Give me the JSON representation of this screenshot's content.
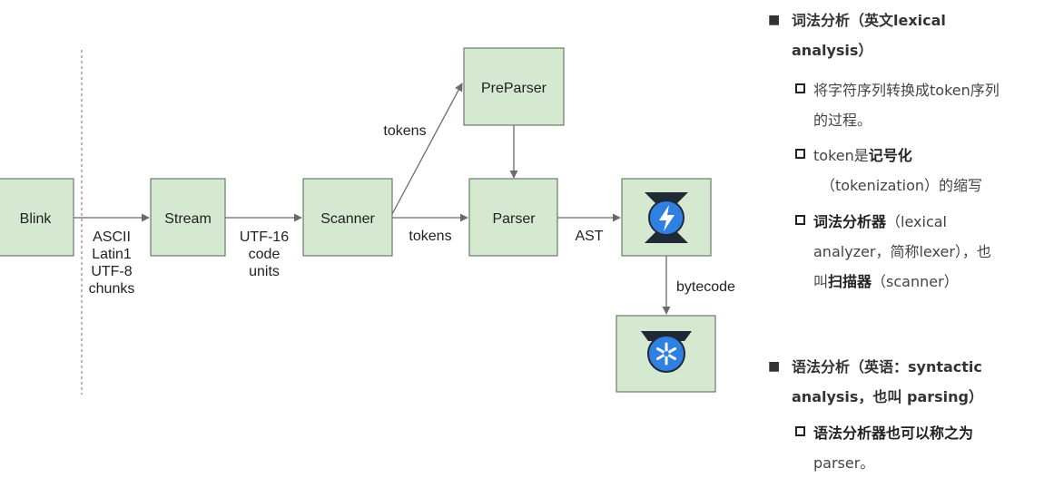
{
  "diagram": {
    "nodes": {
      "blink": "Blink",
      "stream": "Stream",
      "scanner": "Scanner",
      "preparser": "PreParser",
      "parser": "Parser"
    },
    "edge_labels": {
      "input": [
        "ASCII",
        "Latin1",
        "UTF-8",
        "chunks"
      ],
      "utf16": [
        "UTF-16",
        "code",
        "units"
      ],
      "tokens_upper": "tokens",
      "tokens_lower": "tokens",
      "ast": "AST",
      "bytecode": "bytecode"
    },
    "icons": {
      "interpreter": "ignition-interpreter-icon",
      "compiler": "turbofan-compiler-icon"
    },
    "colors": {
      "box_fill": "#d4e9cf",
      "ignition_blue": "#2f80e0",
      "turbofan_blue": "#2f80e0"
    }
  },
  "notes": {
    "lexical": {
      "heading_line1": "词法分析（英文lexical",
      "heading_line2": "analysis）",
      "item1_line1": "将字符序列转换成token序列",
      "item1_line2": "的过程。",
      "item2_a": "token是",
      "item2_b": "记号化",
      "item2_line2": "（tokenization）的缩写",
      "item3_a": "词法分析器",
      "item3_b": "（lexical",
      "item3_line2": "analyzer，简称lexer），也",
      "item3_line3_a": "叫",
      "item3_line3_b": "扫描器",
      "item3_line3_c": "（scanner）"
    },
    "syntactic": {
      "heading_line1": "语法分析（英语：syntactic",
      "heading_line2": "analysis，也叫 parsing）",
      "item1_line1": "语法分析器也可以称之为",
      "item1_line2": "parser。"
    }
  }
}
